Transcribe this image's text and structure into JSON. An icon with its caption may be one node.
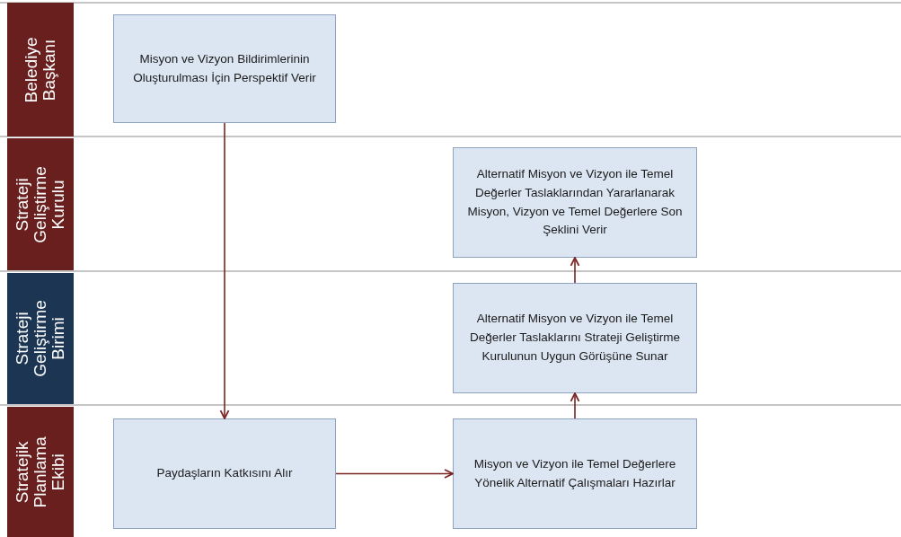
{
  "diagram": {
    "nodes": [
      {
        "text": [
          "Belediye Başkanı"
        ]
      },
      {
        "text": [
          "Strateji Geliştirme Kurulu"
        ]
      },
      {
        "text": [
          "Strateji Geliştirme Birimi"
        ]
      },
      {
        "text": [
          "Stratejik Planlama Ekibi"
        ]
      },
      {
        "text": [
          "Misyon ve Vizyon Bildirimlerinin Oluşturulması İçin Perspektif Verir"
        ]
      },
      {
        "text": [
          "Alternatif Misyon ve Vizyon ile Temel Değerler Taslaklarından Yararlanarak Misyon, Vizyon ve Temel Değerlere Son Şeklini Verir"
        ]
      },
      {
        "text": [
          "Alternatif Misyon ve Vizyon ile Temel Değerler Taslaklarını Strateji Geliştirme Kurulunun Uygun Görüşüne Sunar"
        ]
      },
      {
        "text": [
          "Paydaşların Katkısını Alır"
        ]
      },
      {
        "text": [
          "Misyon ve Vizyon ile Temel Değerlere Yönelik Alternatif Çalışmaları Hazırlar"
        ]
      }
    ],
    "edges": [
      {
        "from": 4,
        "to": 7,
        "arrow": "to"
      },
      {
        "from": 7,
        "to": 8,
        "arrow": "to"
      },
      {
        "from": 8,
        "to": 6,
        "arrow": "to"
      },
      {
        "from": 6,
        "to": 5,
        "arrow": "to"
      }
    ]
  }
}
